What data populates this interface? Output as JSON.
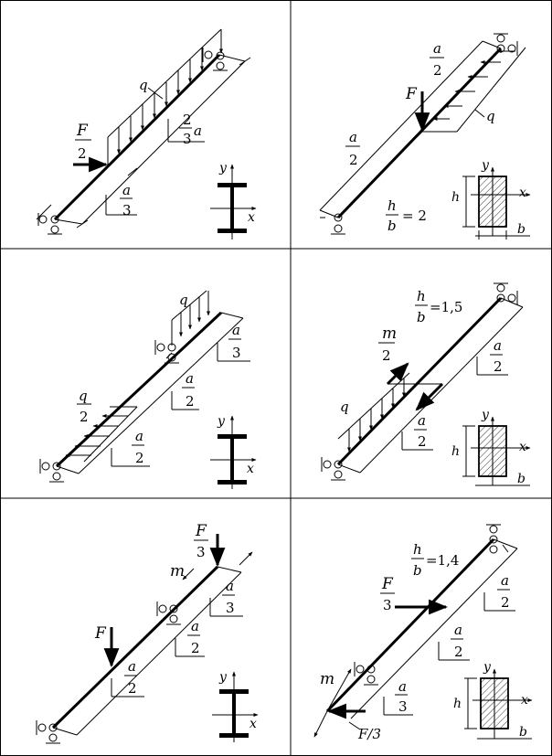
{
  "labels": {
    "q": "q",
    "F": "F",
    "m": "m",
    "a": "a",
    "two": "2",
    "three": "3",
    "two_a": "2",
    "x": "x",
    "y": "y",
    "h": "h",
    "b": "b",
    "eq2": "= 2",
    "eq15": "=1,5",
    "eq14": "=1,4",
    "F_over_3_inline": "F/3"
  }
}
